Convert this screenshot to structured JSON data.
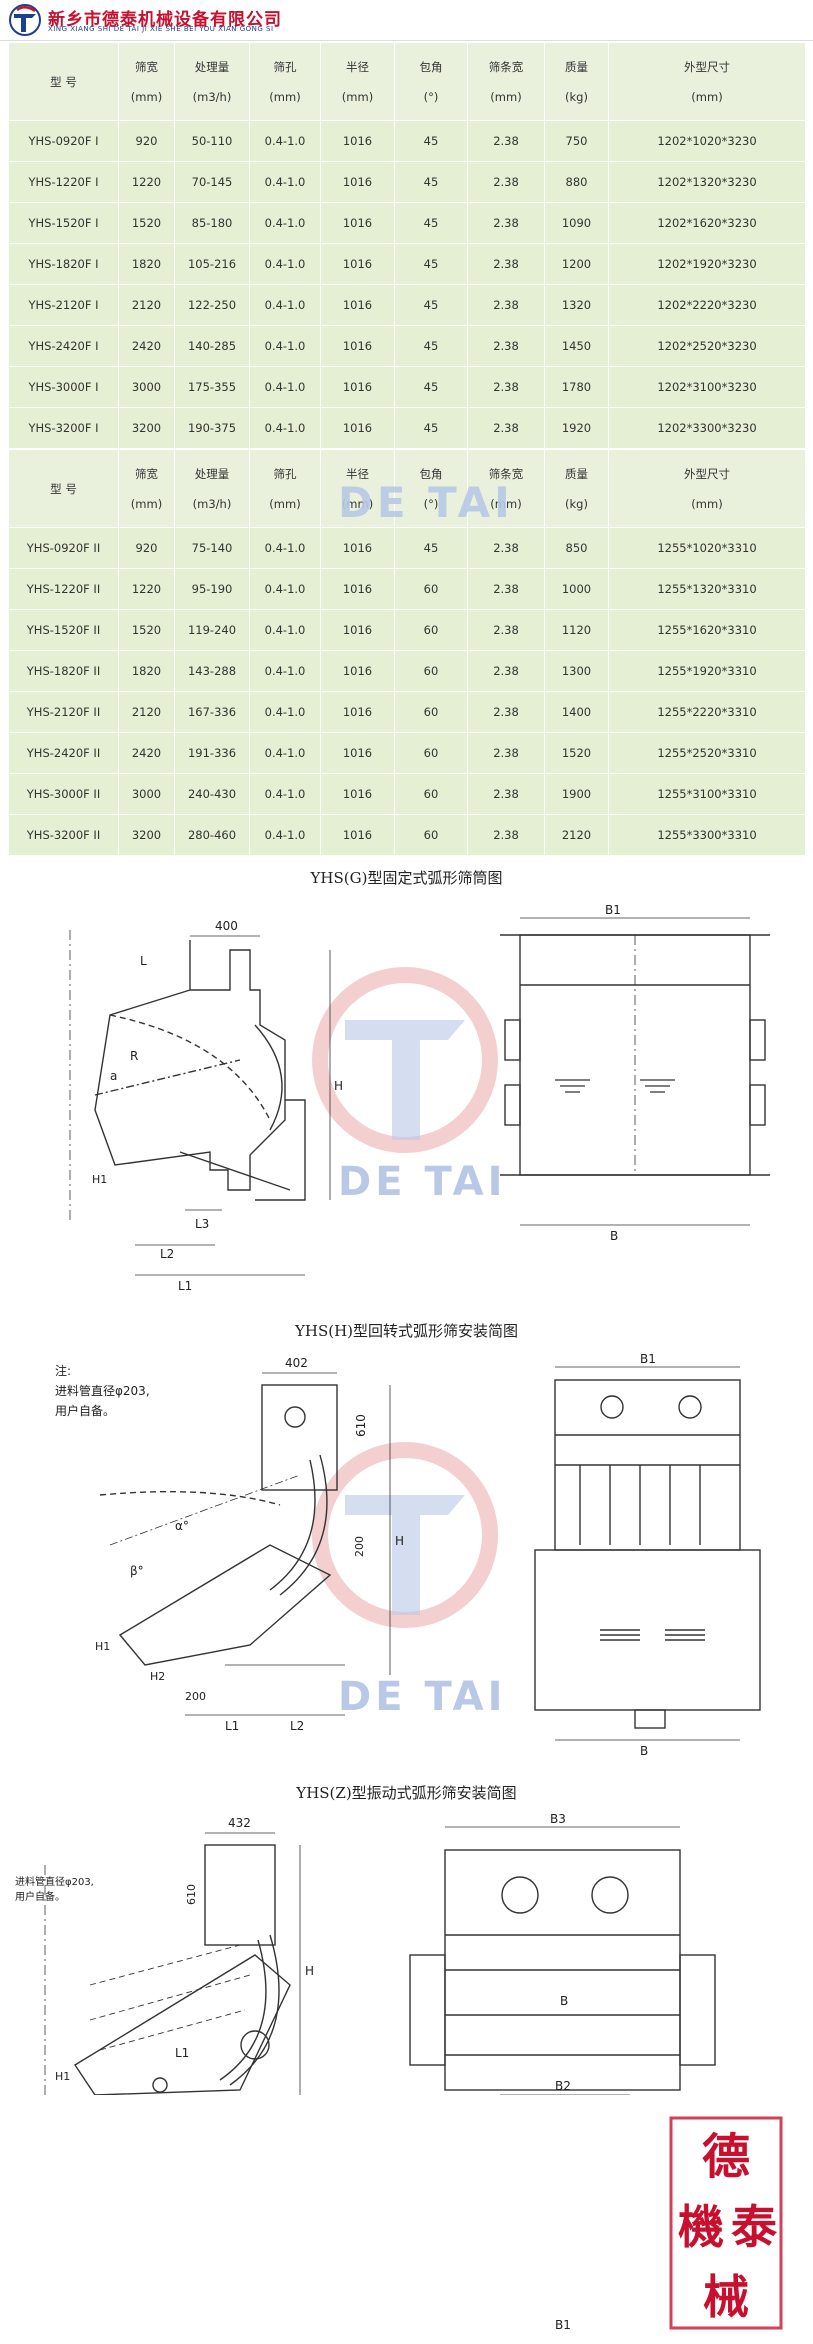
{
  "company": {
    "name": "新乡市德泰机械设备有限公司",
    "pinyin": "XING XIANG SHI DE TAI JI XIE SHE BEI YOU XIAN GONG SI"
  },
  "table_header": {
    "model": "型 号",
    "width": "筛宽",
    "capacity": "处理量",
    "hole": "筛孔",
    "radius": "半径",
    "angle": "包角",
    "bar": "筛条宽",
    "mass": "质量",
    "size": "外型尺寸",
    "u_width": "(mm)",
    "u_capacity": "(m3/h)",
    "u_hole": "(mm)",
    "u_radius": "(mm)",
    "u_angle": "(°)",
    "u_bar": "(mm)",
    "u_mass": "(kg)",
    "u_size": "(mm)"
  },
  "table1": [
    {
      "model": "YHS-0920F I",
      "width": "920",
      "capacity": "50-110",
      "hole": "0.4-1.0",
      "radius": "1016",
      "angle": "45",
      "bar": "2.38",
      "mass": "750",
      "size": "1202*1020*3230"
    },
    {
      "model": "YHS-1220F I",
      "width": "1220",
      "capacity": "70-145",
      "hole": "0.4-1.0",
      "radius": "1016",
      "angle": "45",
      "bar": "2.38",
      "mass": "880",
      "size": "1202*1320*3230"
    },
    {
      "model": "YHS-1520F I",
      "width": "1520",
      "capacity": "85-180",
      "hole": "0.4-1.0",
      "radius": "1016",
      "angle": "45",
      "bar": "2.38",
      "mass": "1090",
      "size": "1202*1620*3230"
    },
    {
      "model": "YHS-1820F I",
      "width": "1820",
      "capacity": "105-216",
      "hole": "0.4-1.0",
      "radius": "1016",
      "angle": "45",
      "bar": "2.38",
      "mass": "1200",
      "size": "1202*1920*3230"
    },
    {
      "model": "YHS-2120F I",
      "width": "2120",
      "capacity": "122-250",
      "hole": "0.4-1.0",
      "radius": "1016",
      "angle": "45",
      "bar": "2.38",
      "mass": "1320",
      "size": "1202*2220*3230"
    },
    {
      "model": "YHS-2420F I",
      "width": "2420",
      "capacity": "140-285",
      "hole": "0.4-1.0",
      "radius": "1016",
      "angle": "45",
      "bar": "2.38",
      "mass": "1450",
      "size": "1202*2520*3230"
    },
    {
      "model": "YHS-3000F I",
      "width": "3000",
      "capacity": "175-355",
      "hole": "0.4-1.0",
      "radius": "1016",
      "angle": "45",
      "bar": "2.38",
      "mass": "1780",
      "size": "1202*3100*3230"
    },
    {
      "model": "YHS-3200F I",
      "width": "3200",
      "capacity": "190-375",
      "hole": "0.4-1.0",
      "radius": "1016",
      "angle": "45",
      "bar": "2.38",
      "mass": "1920",
      "size": "1202*3300*3230"
    }
  ],
  "table2": [
    {
      "model": "YHS-0920F II",
      "width": "920",
      "capacity": "75-140",
      "hole": "0.4-1.0",
      "radius": "1016",
      "angle": "45",
      "bar": "2.38",
      "mass": "850",
      "size": "1255*1020*3310"
    },
    {
      "model": "YHS-1220F II",
      "width": "1220",
      "capacity": "95-190",
      "hole": "0.4-1.0",
      "radius": "1016",
      "angle": "60",
      "bar": "2.38",
      "mass": "1000",
      "size": "1255*1320*3310"
    },
    {
      "model": "YHS-1520F II",
      "width": "1520",
      "capacity": "119-240",
      "hole": "0.4-1.0",
      "radius": "1016",
      "angle": "60",
      "bar": "2.38",
      "mass": "1120",
      "size": "1255*1620*3310"
    },
    {
      "model": "YHS-1820F II",
      "width": "1820",
      "capacity": "143-288",
      "hole": "0.4-1.0",
      "radius": "1016",
      "angle": "60",
      "bar": "2.38",
      "mass": "1300",
      "size": "1255*1920*3310"
    },
    {
      "model": "YHS-2120F II",
      "width": "2120",
      "capacity": "167-336",
      "hole": "0.4-1.0",
      "radius": "1016",
      "angle": "60",
      "bar": "2.38",
      "mass": "1400",
      "size": "1255*2220*3310"
    },
    {
      "model": "YHS-2420F II",
      "width": "2420",
      "capacity": "191-336",
      "hole": "0.4-1.0",
      "radius": "1016",
      "angle": "60",
      "bar": "2.38",
      "mass": "1520",
      "size": "1255*2520*3310"
    },
    {
      "model": "YHS-3000F II",
      "width": "3000",
      "capacity": "240-430",
      "hole": "0.4-1.0",
      "radius": "1016",
      "angle": "60",
      "bar": "2.38",
      "mass": "1900",
      "size": "1255*3100*3310"
    },
    {
      "model": "YHS-3200F II",
      "width": "3200",
      "capacity": "280-460",
      "hole": "0.4-1.0",
      "radius": "1016",
      "angle": "60",
      "bar": "2.38",
      "mass": "2120",
      "size": "1255*3300*3310"
    }
  ],
  "watermark": "DE TAI",
  "figures": [
    {
      "title": "YHS(G)型固定式弧形筛筒图",
      "labels": {
        "d400": "400",
        "L": "L",
        "R": "R",
        "a": "a",
        "H": "H",
        "H1": "H1",
        "L3": "L3",
        "L2": "L2",
        "L1": "L1",
        "B1": "B1",
        "B": "B"
      }
    },
    {
      "title": "YHS(H)型回转式弧形筛安装简图",
      "note": [
        "注:",
        "进料管直径φ203,",
        "用户自备。"
      ],
      "labels": {
        "d402": "402",
        "d610": "610",
        "d200a": "200",
        "d200b": "200",
        "alpha": "α°",
        "beta": "β°",
        "H": "H",
        "H1": "H1",
        "H2": "H2",
        "L1": "L1",
        "L2": "L2",
        "B1": "B1",
        "B": "B"
      }
    },
    {
      "title": "YHS(Z)型振动式弧形筛安装简图",
      "note": [
        "进料管直径φ203,",
        "用户自备。"
      ],
      "labels": {
        "d432": "432",
        "d610": "610",
        "H": "H",
        "H1": "H1",
        "L1": "L1",
        "B3": "B3",
        "B": "B",
        "B2": "B2",
        "B1": "B1"
      }
    }
  ],
  "stamp": {
    "text": "德泰機械"
  },
  "colors": {
    "table_bg": "#e4efd3",
    "brand_red": "#c8102e",
    "brand_blue": "#1d3f8f",
    "watermark_blue": "#b9c8e6",
    "watermark_red": "#e8a0a0"
  }
}
